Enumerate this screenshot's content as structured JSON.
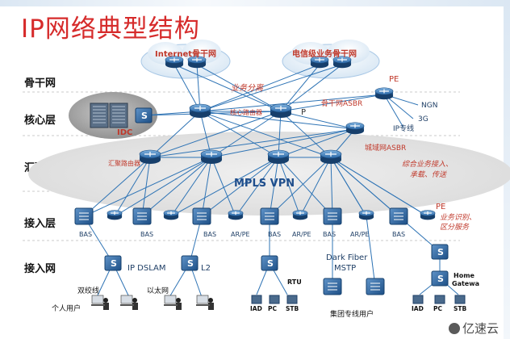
{
  "title": "IP网络典型结构",
  "layers": [
    {
      "label": "骨干网"
    },
    {
      "label": "核心层"
    },
    {
      "label": "汇聚层"
    },
    {
      "label": "接入层"
    },
    {
      "label": "接入网"
    }
  ],
  "clouds": {
    "internet": "Internet骨干网",
    "telecom": "电信级业务骨干网"
  },
  "annotations": {
    "service_split": "业务分离",
    "core_router": "核心路由器",
    "p": "P",
    "backbone_asbr": "骨干网ASBR",
    "pe": "PE",
    "ngn": "NGN",
    "g3": "3G",
    "ip_private": "IP专线",
    "idc": "IDC",
    "s": "S",
    "metro_asbr": "城域网ASBR",
    "agg_router": "汇聚路由器",
    "mpls_vpn": "MPLS VPN",
    "integrated_access": "综合业务接入、\n承载、传送",
    "pe_access": "PE",
    "pe_access_note": "业务识别、\n区分服务",
    "ip_dslam": "IP DSLAM",
    "l2": "L2",
    "dark_fiber": "Dark Fiber",
    "mstp": "MSTP",
    "rtu": "RTU",
    "home_gateway": "Home\nGatewa",
    "twisted_pair": "双绞线",
    "ethernet": "以太网",
    "personal_users": "个人用户",
    "group_users": "集团专线用户",
    "iad": "IAD",
    "pc": "PC",
    "stb": "STB"
  },
  "access_labels": [
    "BAS",
    "BAS",
    "BAS",
    "AR/PE",
    "BAS",
    "AR/PE",
    "BAS",
    "AR/PE",
    "BAS"
  ],
  "watermark": "亿速云"
}
